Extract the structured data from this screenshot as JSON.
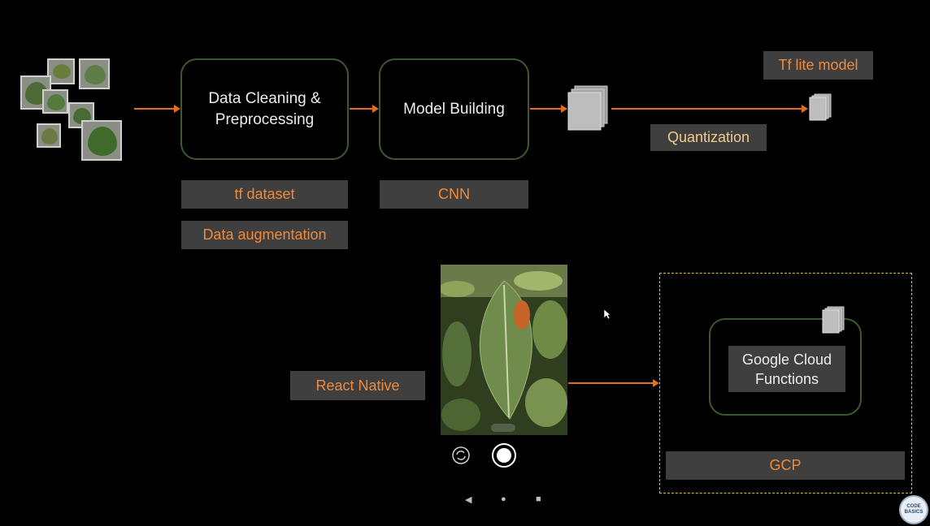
{
  "stages": {
    "data_cleaning": "Data Cleaning &\nPreprocessing",
    "model_building": "Model Building",
    "google_cloud_functions": "Google Cloud\nFunctions"
  },
  "tags": {
    "tf_dataset": "tf dataset",
    "data_augmentation": "Data augmentation",
    "cnn": "CNN",
    "quantization": "Quantization",
    "tf_lite_model": "Tf lite model",
    "react_native": "React Native",
    "gcp": "GCP"
  },
  "watermark": {
    "brand": "CODE BASICS"
  },
  "colors": {
    "accent_orange": "#e0701f",
    "tag_bg": "#3f3f3f",
    "stage_border": "#3d5a2e",
    "gcp_dashed": "#d9c22a"
  },
  "icons": {
    "leaf_images": "leaf-image-collage",
    "stack": "document-stack-icon",
    "camera_flip": "camera-switch-icon",
    "shutter": "camera-shutter-icon",
    "cursor": "mouse-pointer-icon"
  }
}
